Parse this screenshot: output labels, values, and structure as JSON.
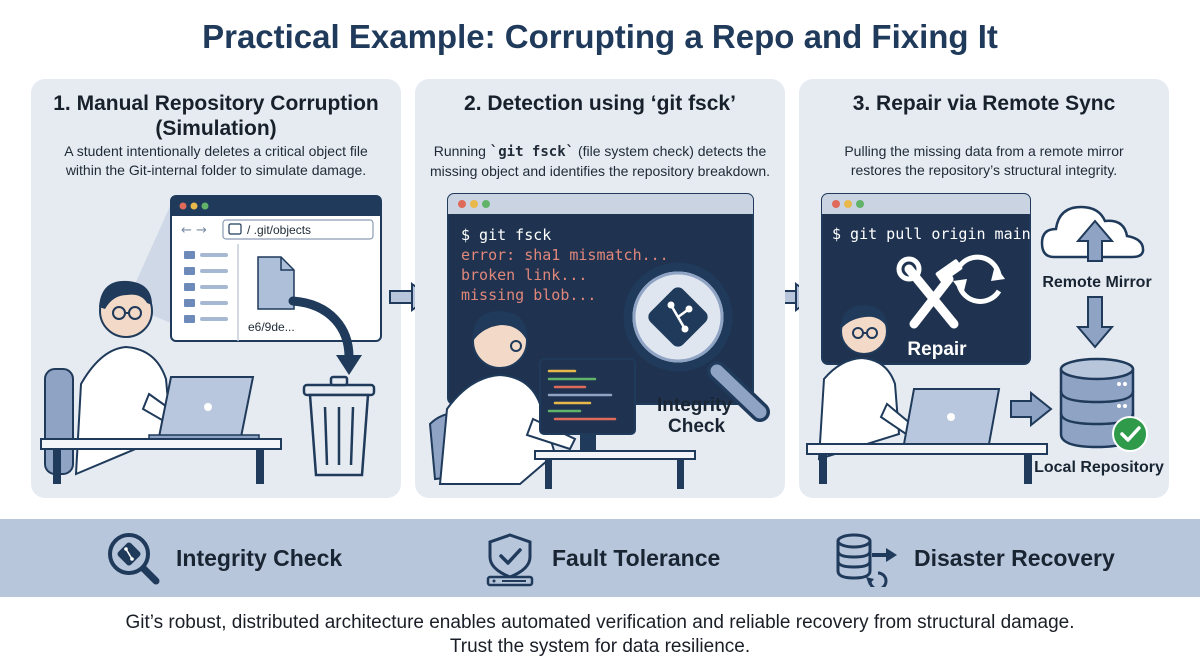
{
  "title": "Practical Example: Corrupting a Repo and Fixing It",
  "panels": [
    {
      "heading_line1": "1. Manual Repository Corruption",
      "heading_line2": "(Simulation)",
      "desc_line1": "A student intentionally deletes a critical object file",
      "desc_line2": "within the Git-internal folder to simulate damage.",
      "path": "/ .git/objects",
      "file_label": "e6/9de..."
    },
    {
      "heading": "2. Detection using ‘git fsck’",
      "desc_line1_pre": "Running ",
      "desc_line1_code": "`git fsck`",
      "desc_line1_post": " (file system check) detects the",
      "desc_line2": "missing object and identifies the repository breakdown.",
      "terminal": [
        "$ git fsck",
        "error: sha1 mismatch...",
        "broken link...",
        "missing blob..."
      ],
      "magnifier_label_line1": "Integrity",
      "magnifier_label_line2": "Check"
    },
    {
      "heading": "3. Repair via Remote Sync",
      "desc_line1": "Pulling the missing data from a remote mirror",
      "desc_line2": "restores the repository’s structural integrity.",
      "terminal": [
        "$ git pull origin main"
      ],
      "repair_label": "Repair",
      "remote_label": "Remote Mirror",
      "local_label": "Local Repository"
    }
  ],
  "features": [
    {
      "label": "Integrity Check",
      "icon": "magnifier-git-icon"
    },
    {
      "label": "Fault Tolerance",
      "icon": "shield-check-icon"
    },
    {
      "label": "Disaster Recovery",
      "icon": "database-restore-icon"
    }
  ],
  "footer_line1": "Git’s robust, distributed architecture enables automated verification and reliable recovery from structural damage.",
  "footer_line2": "Trust the system for data resilience.",
  "colors": {
    "navy": "#1f3a5a",
    "terminal_bg": "#1f3350",
    "error_text": "#e0877a",
    "panel_bg": "#e6ebf2",
    "band_bg": "#b8c6dc",
    "accent_green": "#2e9a4a"
  }
}
